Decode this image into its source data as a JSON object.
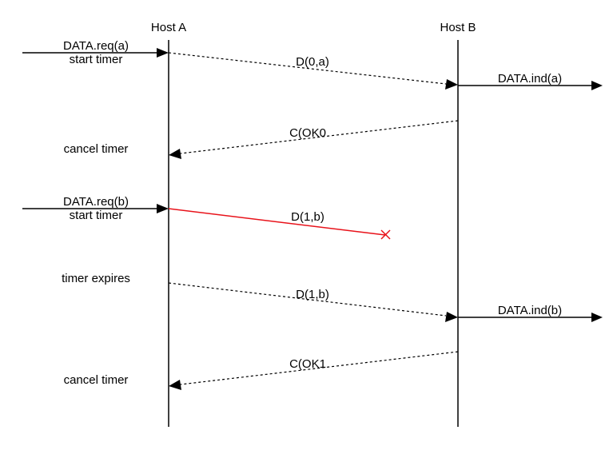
{
  "hosts": {
    "a": "Host A",
    "b": "Host B"
  },
  "events": {
    "req_a": "DATA.req(a)",
    "start_timer_1": "start timer",
    "msg_d0a": "D(0,a)",
    "ind_a": "DATA.ind(a)",
    "msg_c_ok0": "C(OK0",
    "cancel_timer_1": "cancel timer",
    "req_b": "DATA.req(b)",
    "start_timer_2": "start timer",
    "msg_d1b_lost": "D(1,b)",
    "timer_expires": "timer expires",
    "msg_d1b_retx": "D(1,b)",
    "ind_b": "DATA.ind(b)",
    "msg_c_ok1": "C(OK1",
    "cancel_timer_2": "cancel timer"
  },
  "colors": {
    "line": "#000000",
    "lost_message": "#e8121a"
  }
}
